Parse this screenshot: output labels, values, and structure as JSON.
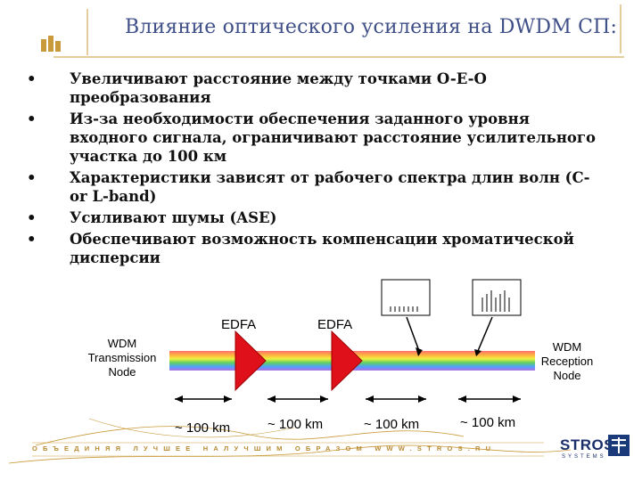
{
  "title": "Влияние оптического усиления на DWDM СП:",
  "bullets": [
    {
      "marker": "•",
      "text": "Увеличивают расстояние между точками O-E-O преобразования"
    },
    {
      "marker": "•",
      "text": "Из-за необходимости обеспечения заданного уровня входного сигнала, ограничивают расстояние усилительного участка до 100 км"
    },
    {
      "marker": "•",
      "text": "Характеристики зависят от рабочего спектра длин волн (C- or L-band)"
    },
    {
      "marker": "•",
      "text": "Усиливают шумы (ASE)"
    },
    {
      "marker": "•",
      "text": "Обеспечивают возможность компенсации хроматической дисперсии"
    }
  ],
  "diagram": {
    "tx_node": "WDM\nTransmission\nNode",
    "rx_node": "WDM\nReception\nNode",
    "amplifiers": [
      "EDFA",
      "EDFA"
    ],
    "spans": [
      "~ 100 km",
      "~ 100 km",
      "~ 100 km",
      "~ 100 km"
    ],
    "spectrum_before_lines": 7,
    "spectrum_after_lines": 7
  },
  "footer": {
    "text": "ОБЪЕДИНЯЯ ЛУЧШЕЕ НАЛУЧШИМ ОБРАЗОМ   WWW.STROS.RU",
    "logo_word": "STROS",
    "logo_sub": "SYSTEMS"
  },
  "colors": {
    "title": "#3f4f88",
    "amplifier": "#e0101a",
    "accent": "#c99a3a",
    "logo": "#1a2e6a"
  }
}
